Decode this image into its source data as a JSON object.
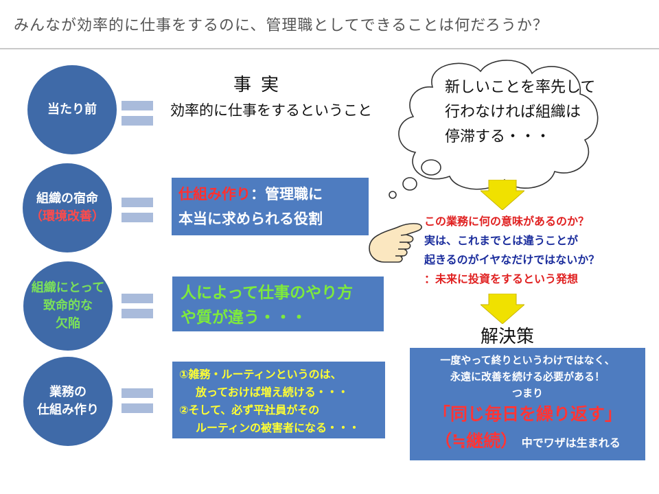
{
  "title": "みんなが効率的に仕事をするのに、管理職としてできることは何だろうか？",
  "rows": [
    {
      "label_lines": [
        "当たり前"
      ]
    },
    {
      "label_lines": [
        "組織の宿命"
      ],
      "label_red": "（環境改善）"
    },
    {
      "label_green_lines": [
        "組織にとって",
        "致命的な",
        "欠陥"
      ]
    },
    {
      "label_lines": [
        "業務の",
        "仕組み作り"
      ]
    }
  ],
  "fact": {
    "heading": "事実",
    "body": "効率的に仕事をするということ"
  },
  "box1": {
    "red": "仕組み作り",
    "line1_rest": "：管理職に",
    "line2": "本当に求められる役割"
  },
  "box2": {
    "line1": "人によって仕事のやり方",
    "line2": "や質が違う・・・"
  },
  "box3": {
    "line1": "①雑務・ルーティンというのは、",
    "line2": "放っておけば増え続ける・・・",
    "line3": "②そして、必ず平社員がその",
    "line4": "ルーティンの被害者になる・・・"
  },
  "cloud": {
    "line1": "新しいことを率先して",
    "line2": "行わなければ組織は",
    "line3": "停滞する・・・"
  },
  "questions": {
    "line1": "この業務に何の意味があるのか？",
    "line2": "実は、これまでとは違うことが",
    "line3": "起きるのがイヤなだけではないか？",
    "line4": "：未来に投資をするという発想"
  },
  "solution": {
    "heading": "解決策",
    "line1": "一度やって終りというわけではなく、",
    "line2": "永遠に改善を続ける必要がある！",
    "line3": "つまり",
    "big": "「同じ毎日を繰り返す」",
    "paren": "（≒継続）",
    "tail": "中でワザは生まれる"
  },
  "colors": {
    "circle": "#3f6aa8",
    "box": "#4e7cc0",
    "equals": "#a9bbdb",
    "arrow": "#f0e100"
  }
}
